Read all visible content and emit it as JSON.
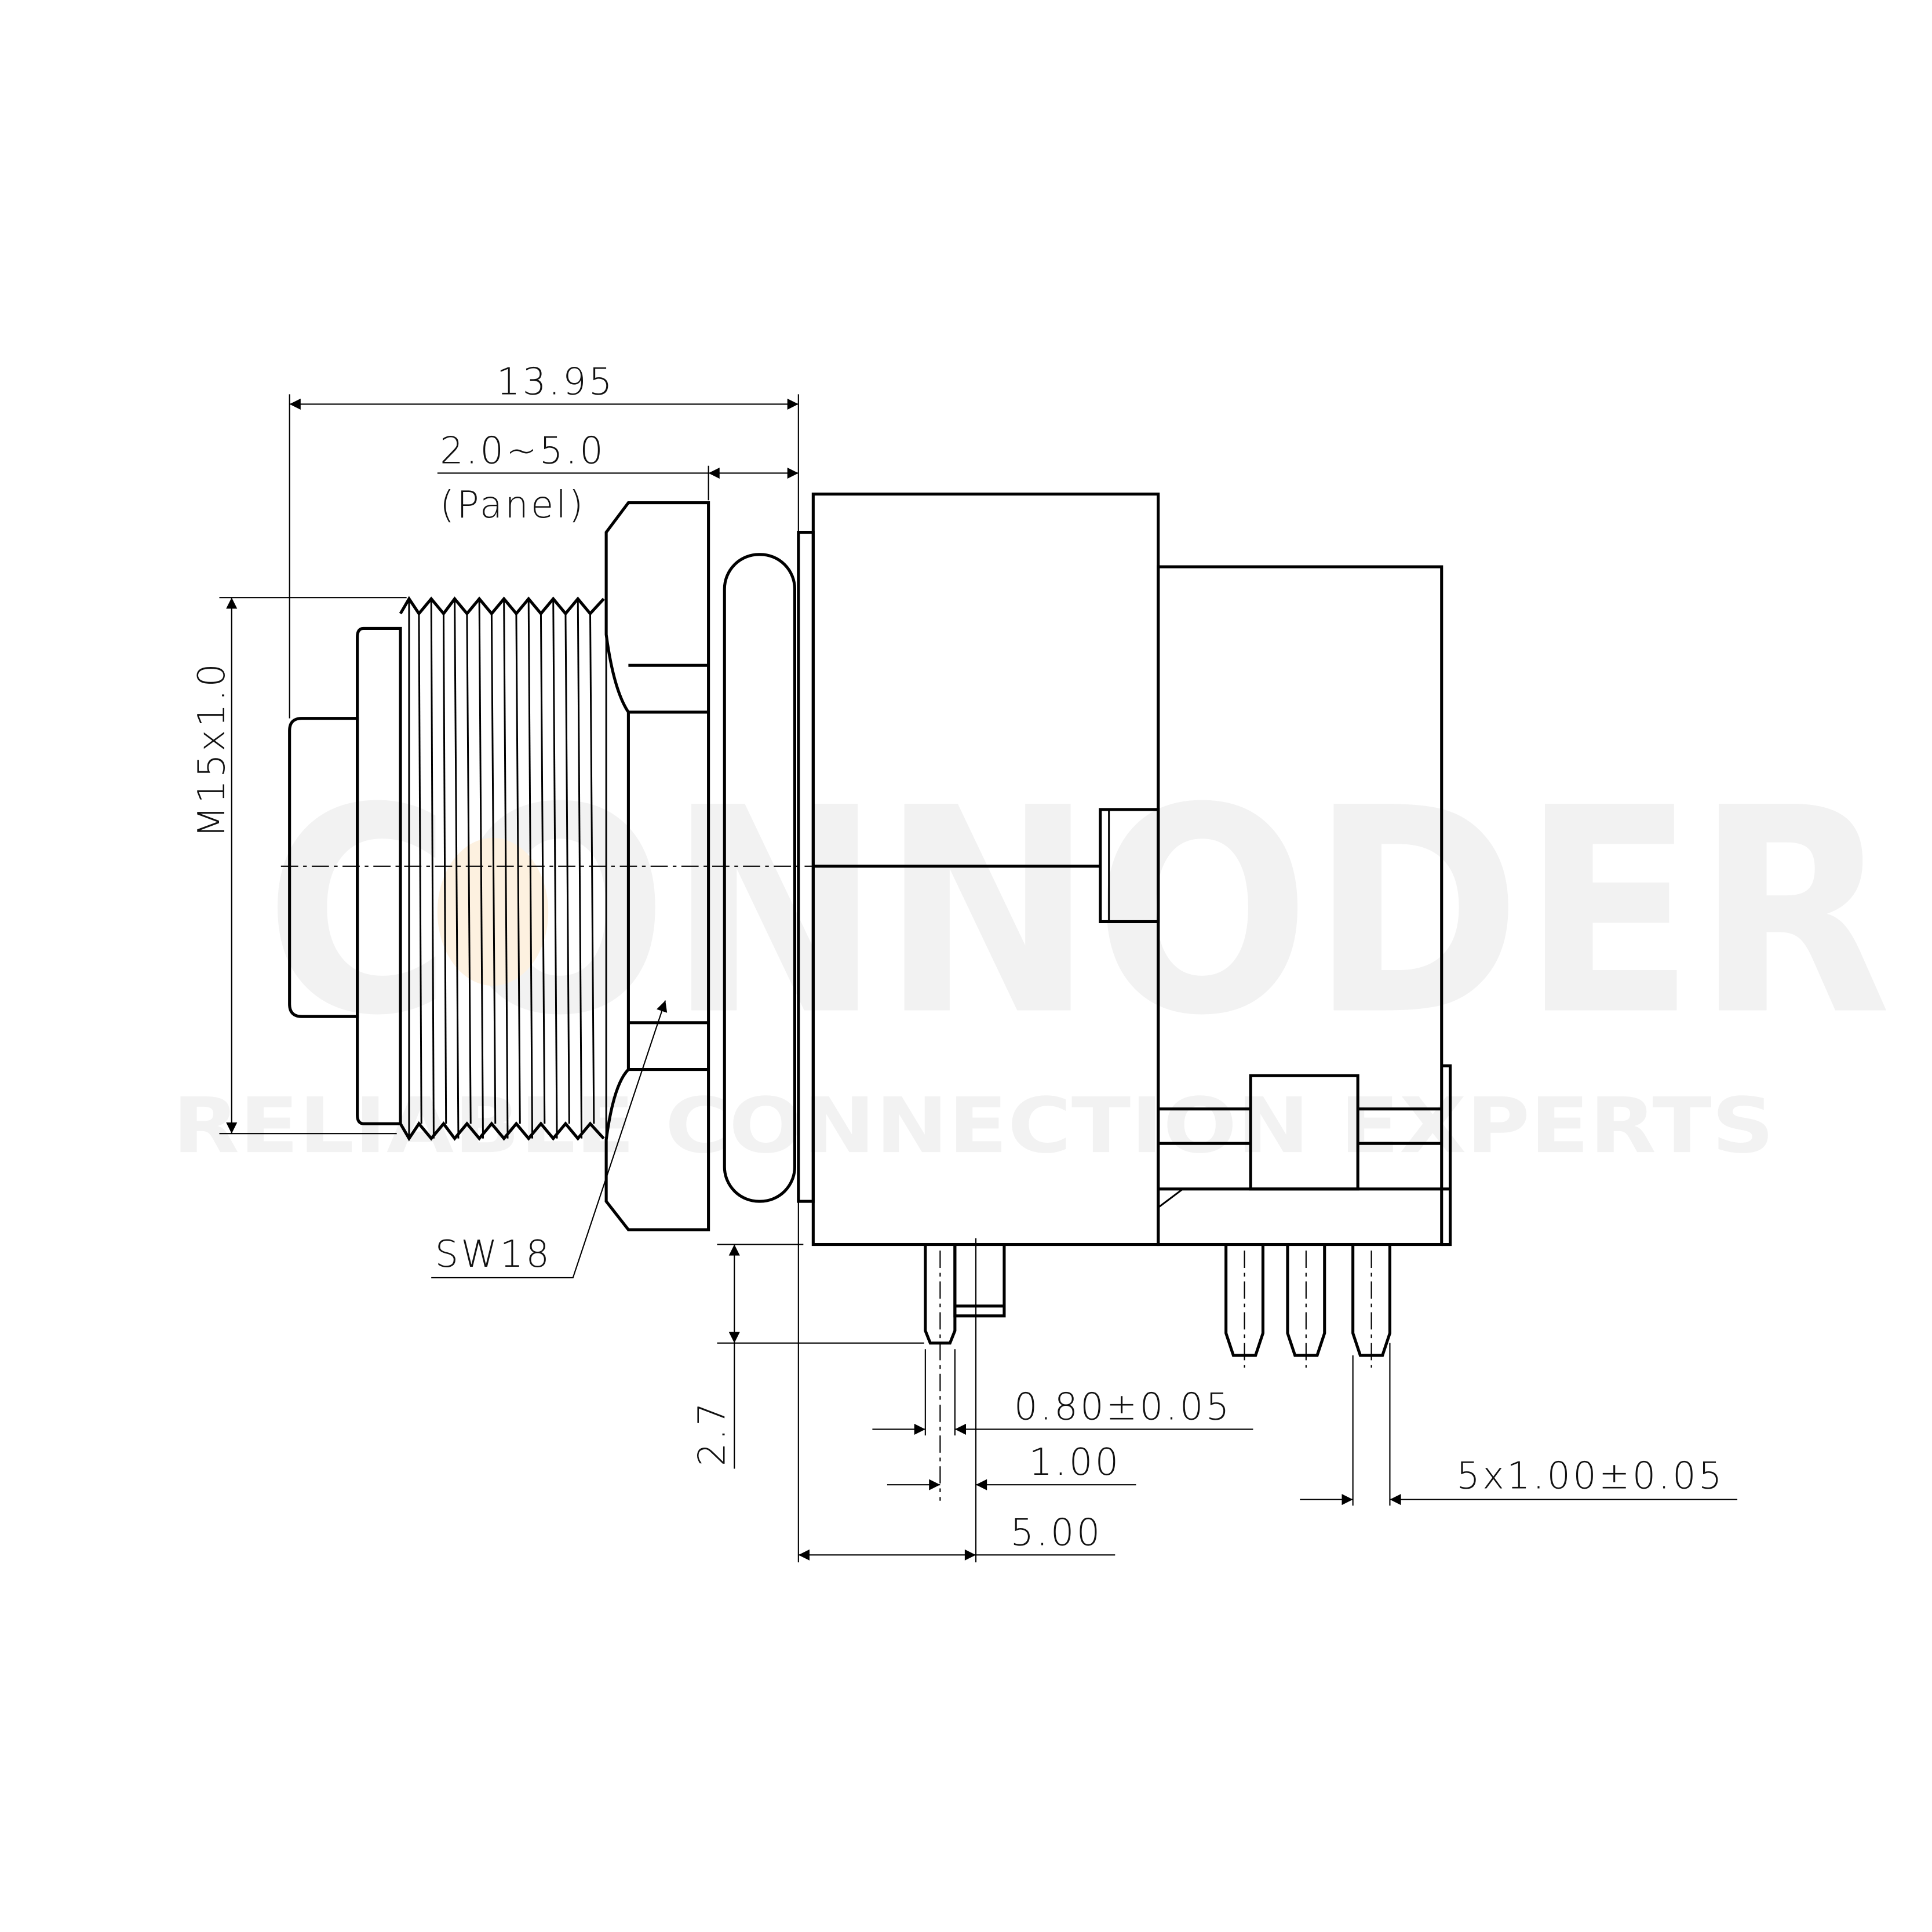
{
  "watermark": {
    "brand": "CONNODER",
    "tagline": "RELIABLE CONNECTION EXPERTS",
    "accent": "#f7a23c"
  },
  "dimensions": {
    "overall_length": "13.95",
    "panel_thickness": "2.0~5.0",
    "panel_label": "(Panel)",
    "thread": "M15x1.0",
    "wrench_size": "SW18",
    "pin_length": "2.7",
    "pin_diameter": "0.80±0.05",
    "pin_offset": "1.00",
    "pin_position": "5.00",
    "pin_pitch": "5x1.00±0.05"
  }
}
